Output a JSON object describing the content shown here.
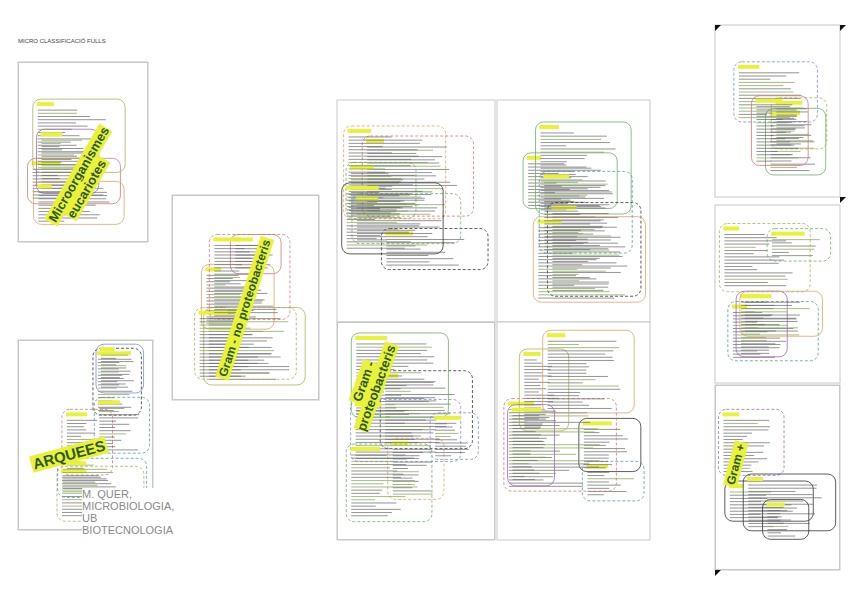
{
  "diagram": {
    "nodes": [
      {
        "text": [
          "Microorganismes eucariotes"
        ]
      },
      {
        "text": [
          "ARQUEES"
        ]
      },
      {
        "text": [
          "Gram - no proteobacteris"
        ]
      },
      {
        "text": [
          "Gram - proteobacteris"
        ]
      },
      {
        "text": [
          "Gram +"
        ]
      }
    ],
    "labels": [
      "MICRO CLASSIFICACIÓ FULLS",
      "M. QUER, MICROBIOLOGIA, UB BIOTECNOLOGIA"
    ]
  }
}
